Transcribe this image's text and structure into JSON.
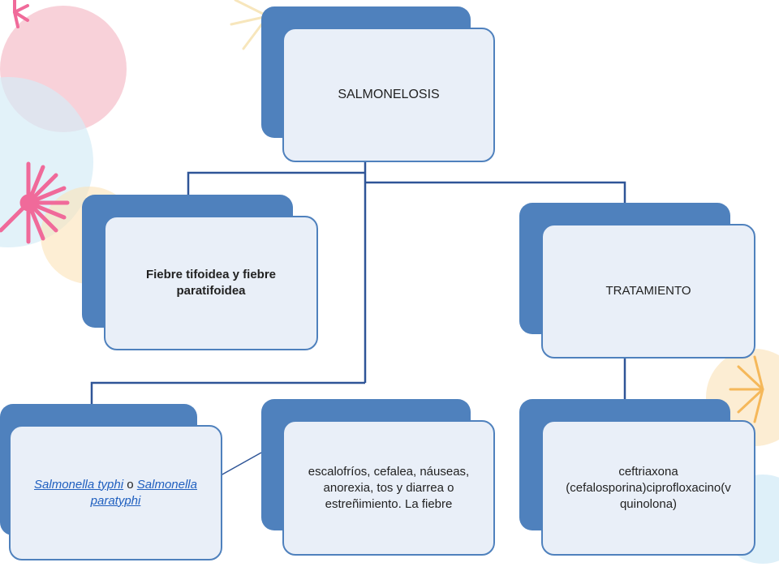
{
  "colors": {
    "node_fill": "#4f81bd",
    "node_inner": "#e9eff8",
    "connector": "#2f5597",
    "link": "#1f5fbf"
  },
  "diagram": {
    "root": {
      "label": "SALMONELOSIS"
    },
    "left_branch": {
      "label": "Fiebre tifoidea y fiebre paratifoidea"
    },
    "right_branch": {
      "label": "TRATAMIENTO"
    },
    "causes": {
      "link1": "Salmonella typhi",
      "sep": " o ",
      "link2": "Salmonella paratyphi"
    },
    "symptoms": {
      "label": "escalofríos, cefalea, náuseas, anorexia, tos y diarrea o estreñimiento. La fiebre"
    },
    "treatment": {
      "label": "ceftriaxona (cefalosporina)ciprofloxacino(v quinolona)"
    }
  }
}
